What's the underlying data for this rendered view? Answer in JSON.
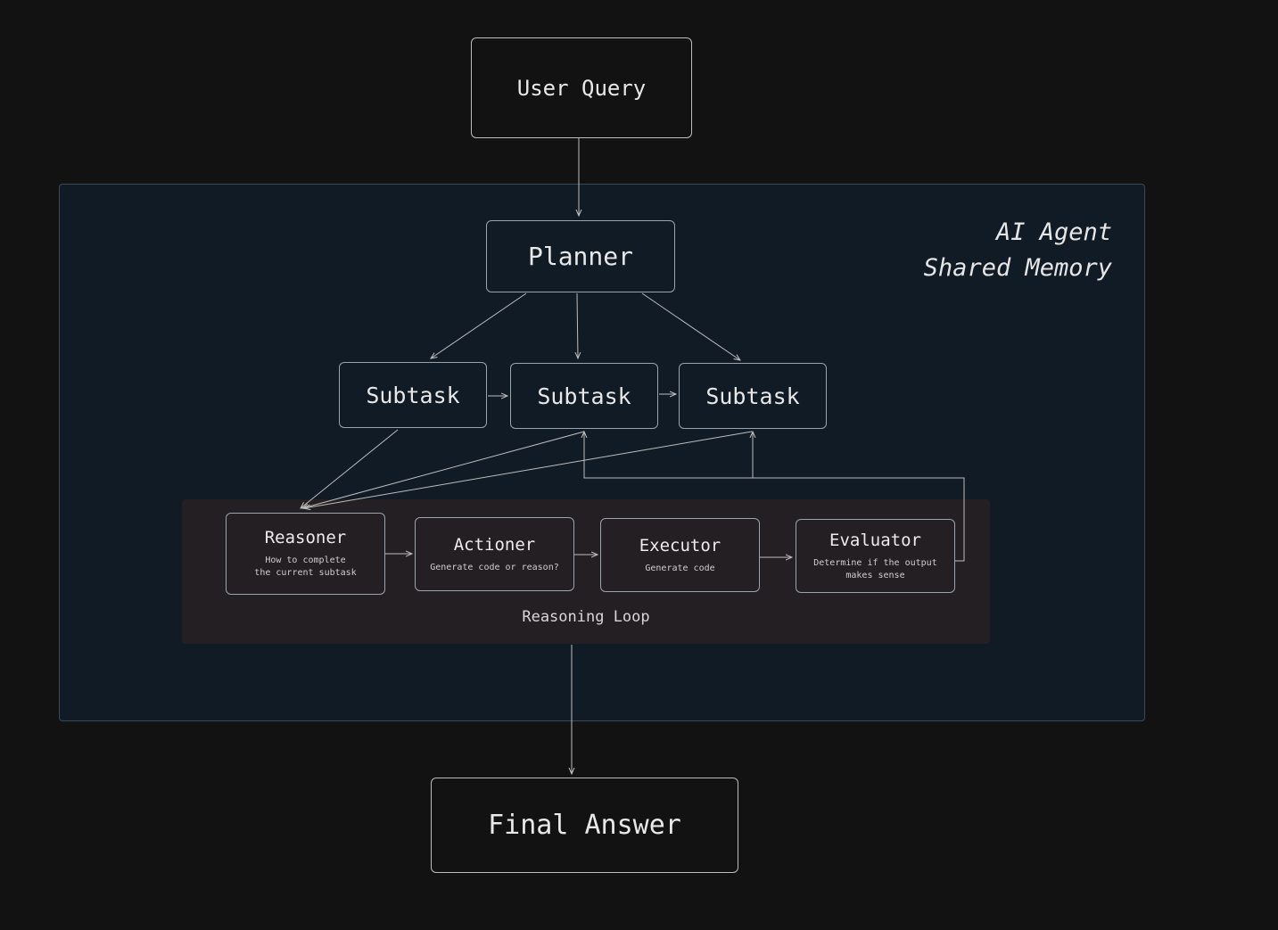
{
  "nodes": {
    "user_query": "User Query",
    "planner": "Planner",
    "subtasks": [
      "Subtask",
      "Subtask",
      "Subtask"
    ],
    "final_answer": "Final Answer"
  },
  "agent": {
    "title_line1": "AI Agent",
    "title_line2": "Shared Memory"
  },
  "loop": {
    "label": "Reasoning Loop",
    "steps": [
      {
        "name": "Reasoner",
        "desc": "How to complete\nthe current subtask"
      },
      {
        "name": "Actioner",
        "desc": "Generate code or reason?"
      },
      {
        "name": "Executor",
        "desc": "Generate code"
      },
      {
        "name": "Evaluator",
        "desc": "Determine if the output\nmakes sense"
      }
    ]
  },
  "colors": {
    "background": "#121212",
    "agent_region": "#111b26",
    "loop_region": "#241f22",
    "stroke": "#bdbdbd"
  }
}
